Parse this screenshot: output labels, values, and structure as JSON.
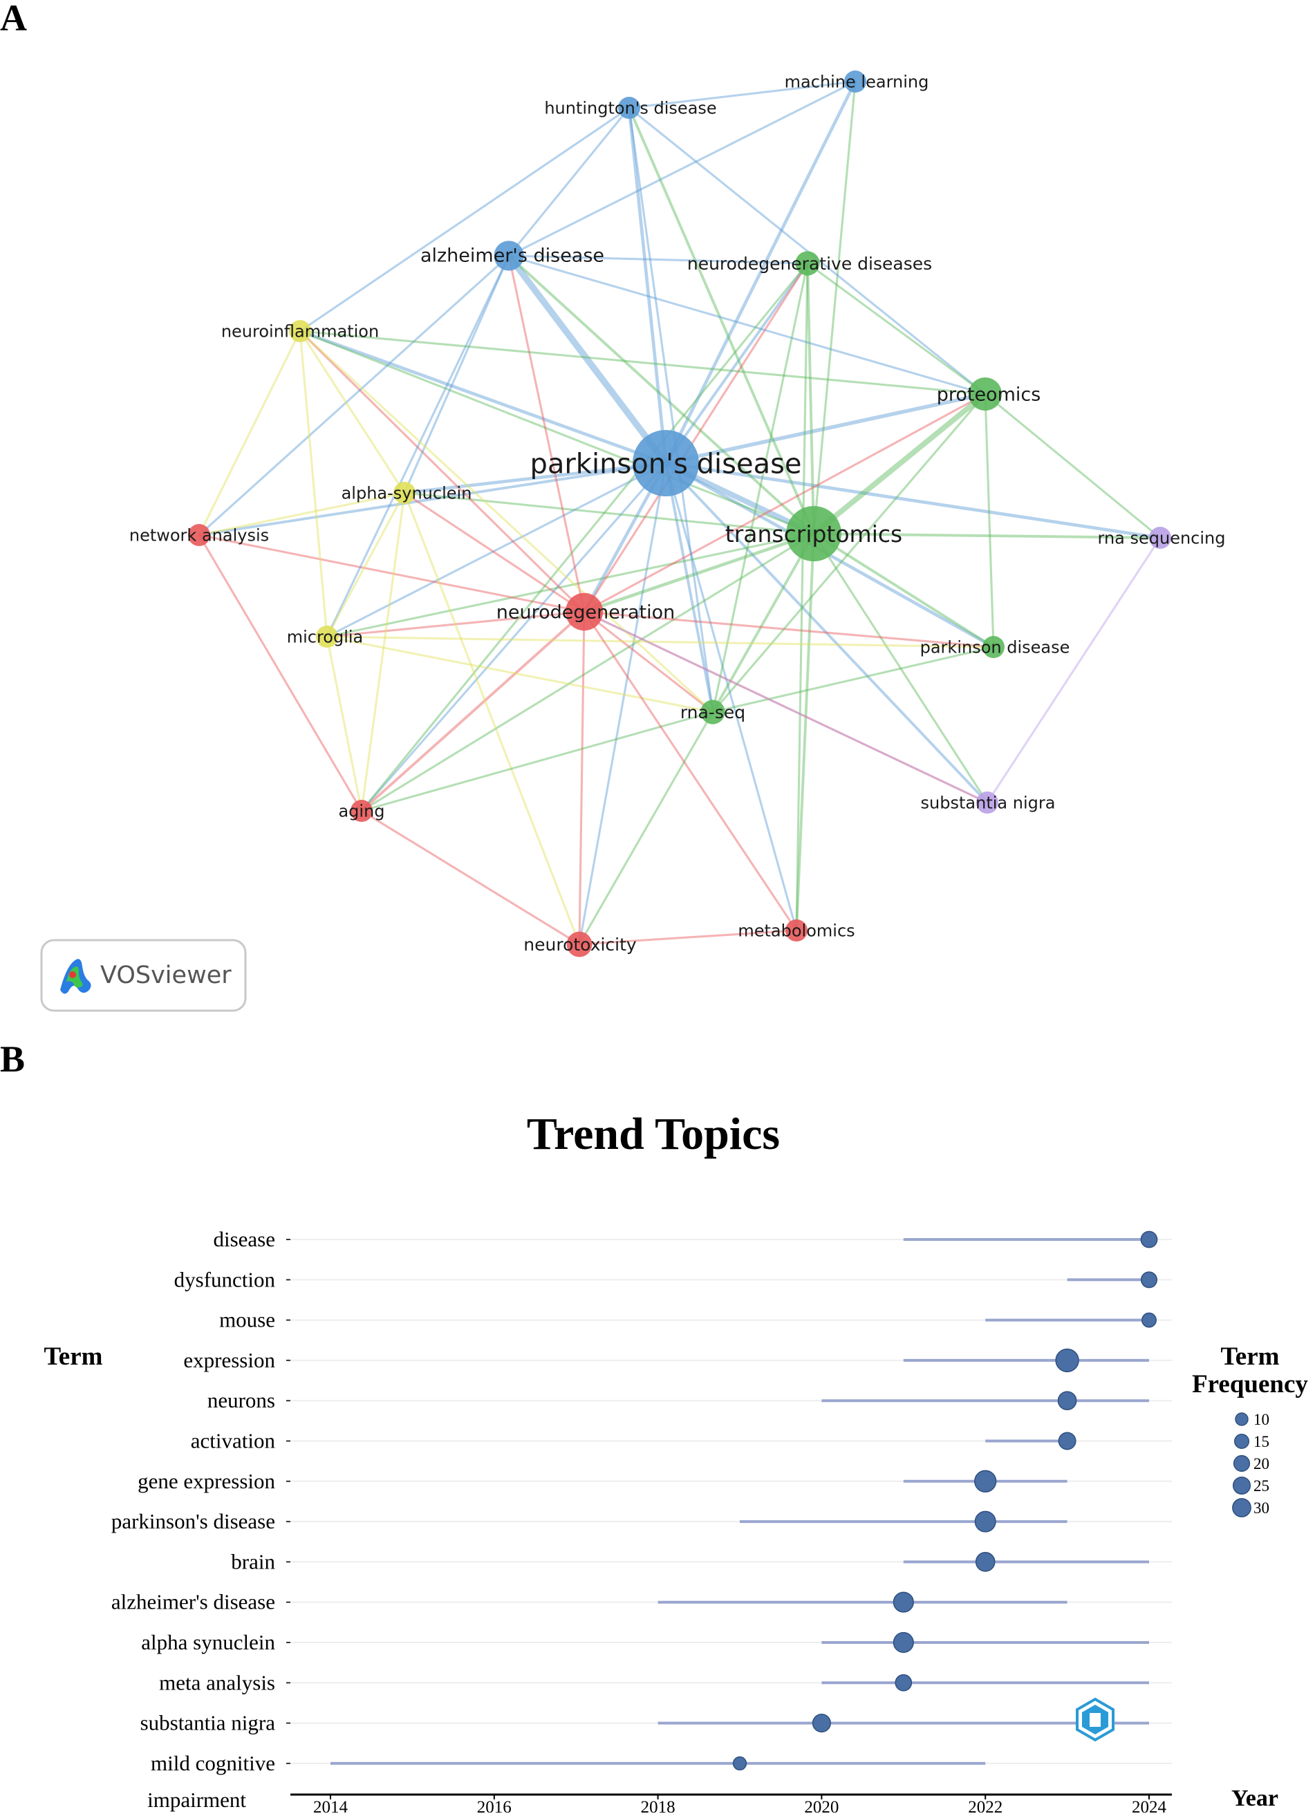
{
  "panel_labels": {
    "a": "A",
    "b": "B"
  },
  "logo": {
    "text": "VOSviewer"
  },
  "colors": {
    "blue": "#5b9bd5",
    "green": "#5cb85c",
    "red": "#e8595b",
    "yellow": "#e0e05a",
    "purple": "#b9a0e6",
    "trend_point": "#4a6fa5",
    "trend_line": "#9aa6cf"
  },
  "chart_data": [
    {
      "type": "network",
      "nodes": [
        {
          "label": "parkinson's disease",
          "cluster": "blue",
          "weight": 5
        },
        {
          "label": "transcriptomics",
          "cluster": "green",
          "weight": 4
        },
        {
          "label": "neurodegeneration",
          "cluster": "red",
          "weight": 2.4
        },
        {
          "label": "proteomics",
          "cluster": "green",
          "weight": 2
        },
        {
          "label": "alzheimer's disease",
          "cluster": "blue",
          "weight": 1.7
        },
        {
          "label": "huntington's disease",
          "cluster": "blue",
          "weight": 1
        },
        {
          "label": "machine learning",
          "cluster": "blue",
          "weight": 1
        },
        {
          "label": "neurodegenerative diseases",
          "cluster": "green",
          "weight": 1.2
        },
        {
          "label": "neuroinflammation",
          "cluster": "yellow",
          "weight": 1
        },
        {
          "label": "alpha-synuclein",
          "cluster": "yellow",
          "weight": 1
        },
        {
          "label": "network analysis",
          "cluster": "red",
          "weight": 1
        },
        {
          "label": "rna sequencing",
          "cluster": "purple",
          "weight": 1
        },
        {
          "label": "microglia",
          "cluster": "yellow",
          "weight": 1
        },
        {
          "label": "parkinson disease",
          "cluster": "green",
          "weight": 1
        },
        {
          "label": "rna-seq",
          "cluster": "green",
          "weight": 1.2
        },
        {
          "label": "substantia nigra",
          "cluster": "purple",
          "weight": 1
        },
        {
          "label": "aging",
          "cluster": "red",
          "weight": 1
        },
        {
          "label": "metabolomics",
          "cluster": "red",
          "weight": 1
        },
        {
          "label": "neurotoxicity",
          "cluster": "red",
          "weight": 1.3
        }
      ],
      "edges": [
        [
          "parkinson's disease",
          "transcriptomics",
          4
        ],
        [
          "parkinson's disease",
          "alzheimer's disease",
          5
        ],
        [
          "parkinson's disease",
          "neurodegeneration",
          2
        ],
        [
          "parkinson's disease",
          "proteomics",
          2.5
        ],
        [
          "parkinson's disease",
          "huntington's disease",
          2
        ],
        [
          "parkinson's disease",
          "machine learning",
          2
        ],
        [
          "parkinson's disease",
          "neurodegenerative diseases",
          1.5
        ],
        [
          "parkinson's disease",
          "neuroinflammation",
          2
        ],
        [
          "parkinson's disease",
          "alpha-synuclein",
          2
        ],
        [
          "parkinson's disease",
          "network analysis",
          1.5
        ],
        [
          "parkinson's disease",
          "rna sequencing",
          2
        ],
        [
          "parkinson's disease",
          "microglia",
          1
        ],
        [
          "parkinson's disease",
          "parkinson disease",
          2
        ],
        [
          "parkinson's disease",
          "rna-seq",
          1.5
        ],
        [
          "parkinson's disease",
          "substantia nigra",
          1.5
        ],
        [
          "parkinson's disease",
          "aging",
          1
        ],
        [
          "parkinson's disease",
          "metabolomics",
          1
        ],
        [
          "parkinson's disease",
          "neurotoxicity",
          1
        ],
        [
          "transcriptomics",
          "proteomics",
          4
        ],
        [
          "transcriptomics",
          "neurodegeneration",
          2
        ],
        [
          "transcriptomics",
          "alzheimer's disease",
          1.5
        ],
        [
          "transcriptomics",
          "huntington's disease",
          1.5
        ],
        [
          "transcriptomics",
          "neurodegenerative diseases",
          1.5
        ],
        [
          "transcriptomics",
          "rna sequencing",
          1.5
        ],
        [
          "transcriptomics",
          "parkinson disease",
          1.5
        ],
        [
          "transcriptomics",
          "rna-seq",
          1.5
        ],
        [
          "transcriptomics",
          "substantia nigra",
          1
        ],
        [
          "transcriptomics",
          "aging",
          1
        ],
        [
          "transcriptomics",
          "metabolomics",
          1.5
        ],
        [
          "transcriptomics",
          "neuroinflammation",
          1
        ],
        [
          "transcriptomics",
          "alpha-synuclein",
          1
        ],
        [
          "transcriptomics",
          "machine learning",
          1
        ],
        [
          "transcriptomics",
          "microglia",
          1
        ],
        [
          "neurodegeneration",
          "alzheimer's disease",
          1
        ],
        [
          "neurodegeneration",
          "neurodegenerative diseases",
          1
        ],
        [
          "neurodegeneration",
          "neuroinflammation",
          1
        ],
        [
          "neurodegeneration",
          "alpha-synuclein",
          1
        ],
        [
          "neurodegeneration",
          "network analysis",
          1
        ],
        [
          "neurodegeneration",
          "microglia",
          1
        ],
        [
          "neurodegeneration",
          "aging",
          1.5
        ],
        [
          "neurodegeneration",
          "neurotoxicity",
          1
        ],
        [
          "neurodegeneration",
          "rna-seq",
          1
        ],
        [
          "neurodegeneration",
          "parkinson disease",
          1
        ],
        [
          "neurodegeneration",
          "substantia nigra",
          1
        ],
        [
          "neurodegeneration",
          "proteomics",
          1
        ],
        [
          "alzheimer's disease",
          "huntington's disease",
          1
        ],
        [
          "alzheimer's disease",
          "machine learning",
          1
        ],
        [
          "alzheimer's disease",
          "proteomics",
          1
        ],
        [
          "alzheimer's disease",
          "neurodegenerative diseases",
          1
        ],
        [
          "alzheimer's disease",
          "alpha-synuclein",
          1
        ],
        [
          "alzheimer's disease",
          "network analysis",
          1
        ],
        [
          "alzheimer's disease",
          "microglia",
          1
        ],
        [
          "huntington's disease",
          "machine learning",
          1
        ],
        [
          "huntington's disease",
          "neuroinflammation",
          1
        ],
        [
          "huntington's disease",
          "rna-seq",
          1
        ],
        [
          "huntington's disease",
          "proteomics",
          1
        ],
        [
          "proteomics",
          "neurodegenerative diseases",
          1
        ],
        [
          "proteomics",
          "rna sequencing",
          1
        ],
        [
          "proteomics",
          "parkinson disease",
          1
        ],
        [
          "proteomics",
          "rna-seq",
          1
        ],
        [
          "proteomics",
          "neuroinflammation",
          1
        ],
        [
          "neurodegenerative diseases",
          "rna-seq",
          1
        ],
        [
          "neurodegenerative diseases",
          "aging",
          1
        ],
        [
          "neurodegenerative diseases",
          "metabolomics",
          1
        ],
        [
          "neuroinflammation",
          "alpha-synuclein",
          1
        ],
        [
          "neuroinflammation",
          "microglia",
          1
        ],
        [
          "neuroinflammation",
          "network analysis",
          1
        ],
        [
          "neuroinflammation",
          "rna-seq",
          1
        ],
        [
          "alpha-synuclein",
          "microglia",
          1
        ],
        [
          "alpha-synuclein",
          "aging",
          1
        ],
        [
          "alpha-synuclein",
          "network analysis",
          1
        ],
        [
          "alpha-synuclein",
          "neurotoxicity",
          1
        ],
        [
          "network analysis",
          "aging",
          1
        ],
        [
          "microglia",
          "aging",
          1
        ],
        [
          "microglia",
          "rna-seq",
          1
        ],
        [
          "microglia",
          "parkinson disease",
          1
        ],
        [
          "rna-seq",
          "aging",
          1
        ],
        [
          "rna-seq",
          "neurotoxicity",
          1
        ],
        [
          "rna-seq",
          "parkinson disease",
          1
        ],
        [
          "aging",
          "neurotoxicity",
          1
        ],
        [
          "neurotoxicity",
          "metabolomics",
          1
        ],
        [
          "rna sequencing",
          "substantia nigra",
          1
        ],
        [
          "metabolomics",
          "neurodegeneration",
          1
        ],
        [
          "substantia nigra",
          "neurodegeneration",
          1
        ]
      ]
    },
    {
      "type": "scatter",
      "title": "Trend Topics",
      "ylabel": "Term",
      "xlabel": "Year",
      "xlim": [
        2013.5,
        2024.3
      ],
      "xticks": [
        "2014",
        "2016",
        "2018",
        "2020",
        "2022",
        "2024"
      ],
      "legend": {
        "title": [
          "Term",
          "Frequency"
        ],
        "position": "right",
        "sizes": [
          10,
          15,
          20,
          25,
          30
        ]
      },
      "terms": [
        {
          "label": "disease",
          "start": 2021,
          "end": 2024,
          "year": 2024,
          "freq": 12
        },
        {
          "label": "dysfunction",
          "start": 2023,
          "end": 2024,
          "year": 2024,
          "freq": 11
        },
        {
          "label": "mouse",
          "start": 2022,
          "end": 2024,
          "year": 2024,
          "freq": 8
        },
        {
          "label": "expression",
          "start": 2021,
          "end": 2024,
          "year": 2023,
          "freq": 32
        },
        {
          "label": "neurons",
          "start": 2020,
          "end": 2024,
          "year": 2023,
          "freq": 17
        },
        {
          "label": "activation",
          "start": 2022,
          "end": 2023,
          "year": 2023,
          "freq": 14
        },
        {
          "label": "gene expression",
          "start": 2021,
          "end": 2023,
          "year": 2022,
          "freq": 27
        },
        {
          "label": "parkinson's disease",
          "start": 2019,
          "end": 2023,
          "year": 2022,
          "freq": 24
        },
        {
          "label": "brain",
          "start": 2021,
          "end": 2024,
          "year": 2022,
          "freq": 19
        },
        {
          "label": "alzheimer's disease",
          "start": 2018,
          "end": 2023,
          "year": 2021,
          "freq": 22
        },
        {
          "label": "alpha synuclein",
          "start": 2020,
          "end": 2024,
          "year": 2021,
          "freq": 22
        },
        {
          "label": "meta analysis",
          "start": 2020,
          "end": 2024,
          "year": 2021,
          "freq": 12
        },
        {
          "label": "substantia nigra",
          "start": 2018,
          "end": 2024,
          "year": 2020,
          "freq": 16
        },
        {
          "label": "mild cognitive",
          "start": 2014,
          "end": 2022,
          "year": 2019,
          "freq": 6
        }
      ],
      "extra_label": "impairment"
    }
  ]
}
